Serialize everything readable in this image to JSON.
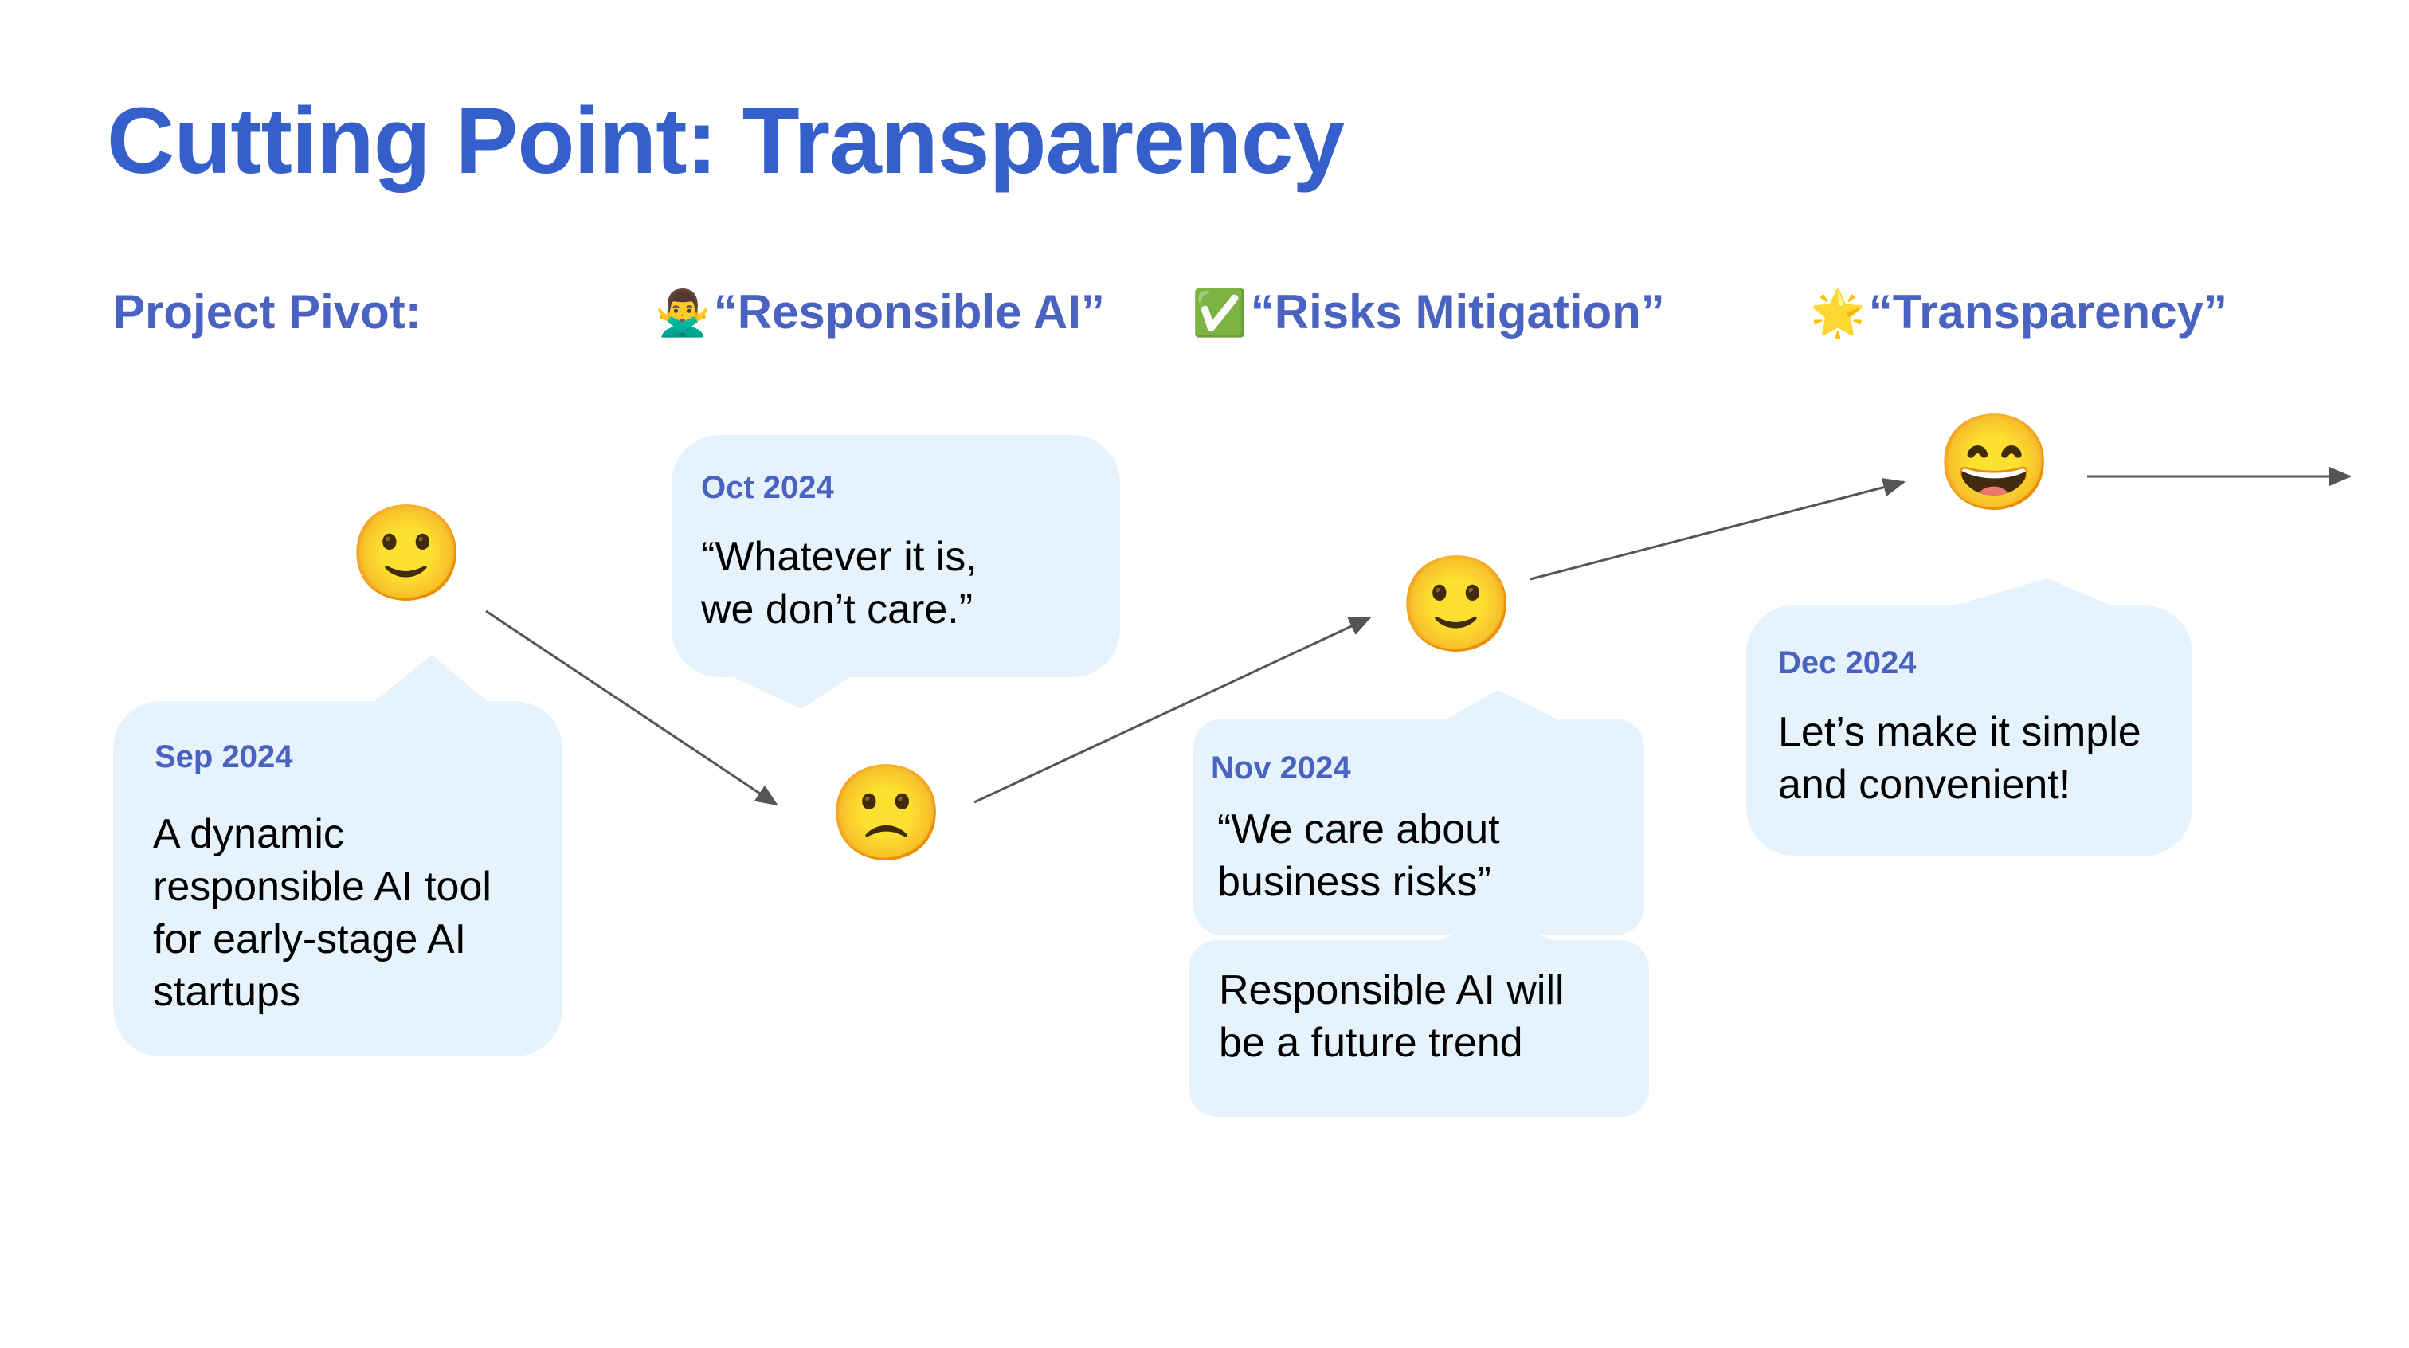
{
  "slide": {
    "title": "Cutting Point: Transparency"
  },
  "pivot": {
    "label": "Project Pivot:",
    "stages": [
      {
        "icon": "🙅‍♂️",
        "icon_name": "no-gesture-icon",
        "label": "“Responsible AI”"
      },
      {
        "icon": "✅",
        "icon_name": "check-mark-icon",
        "label": "“Risks Mitigation”"
      },
      {
        "icon": "🌟",
        "icon_name": "glowing-star-icon",
        "label": "“Transparency”"
      }
    ]
  },
  "timeline": [
    {
      "date": "Sep 2024",
      "text": "A dynamic\nresponsible AI tool\nfor early-stage AI\nstartups",
      "face": "🙂",
      "face_name": "slightly-smiling-face-icon"
    },
    {
      "date": "Oct 2024",
      "text": "“Whatever it is,\nwe don’t care.”",
      "face": "🙁",
      "face_name": "slightly-frowning-face-icon"
    },
    {
      "date": "Nov 2024",
      "text": "“We care about\nbusiness risks”",
      "extra": "Responsible AI will\nbe a future trend",
      "face": "🙂",
      "face_name": "slightly-smiling-face-icon"
    },
    {
      "date": "Dec 2024",
      "text": "Let’s make it simple\nand convenient!",
      "face": "😄",
      "face_name": "grinning-face-icon"
    }
  ],
  "colors": {
    "title": "#3560cc",
    "heading": "#4a63c0",
    "bubble": "#e6f3fc",
    "arrow": "#555555"
  }
}
